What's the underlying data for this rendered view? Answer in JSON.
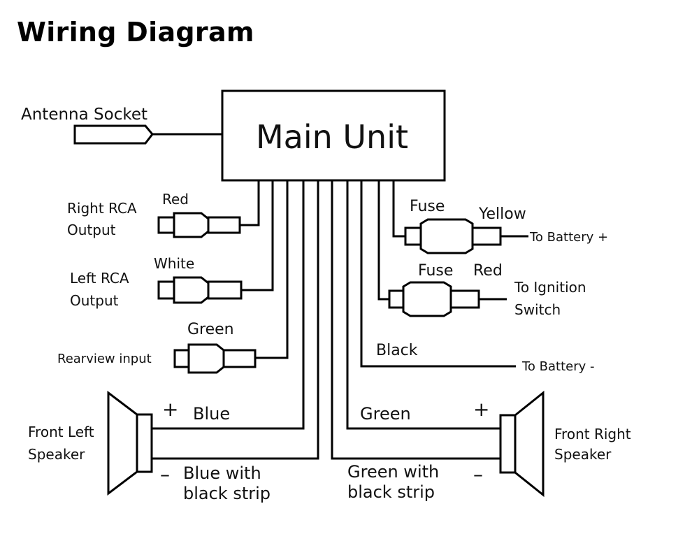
{
  "title": "Wiring Diagram",
  "main_unit": "Main Unit",
  "antenna": "Antenna Socket",
  "rca": {
    "right_line1": "Right RCA",
    "right_line2": "Output",
    "right_color": "Red",
    "left_line1": "Left RCA",
    "left_line2": "Output",
    "left_color": "White"
  },
  "rearview": {
    "label": "Rearview input",
    "color": "Green"
  },
  "power": {
    "fuse1": "Fuse",
    "yellow": "Yellow",
    "battery_plus": "To Battery +",
    "fuse2": "Fuse",
    "red": "Red",
    "ignition_line1": "To Ignition",
    "ignition_line2": "Switch",
    "black": "Black",
    "battery_minus": "To Battery -"
  },
  "left_speaker": {
    "line1": "Front Left",
    "line2": "Speaker",
    "plus": "+",
    "minus": "–",
    "pos_wire": "Blue",
    "neg_wire_line1": "Blue with",
    "neg_wire_line2": "black strip"
  },
  "right_speaker": {
    "line1": "Front Right",
    "line2": "Speaker",
    "plus": "+",
    "minus": "–",
    "pos_wire": "Green",
    "neg_wire_line1": "Green with",
    "neg_wire_line2": "black strip"
  }
}
